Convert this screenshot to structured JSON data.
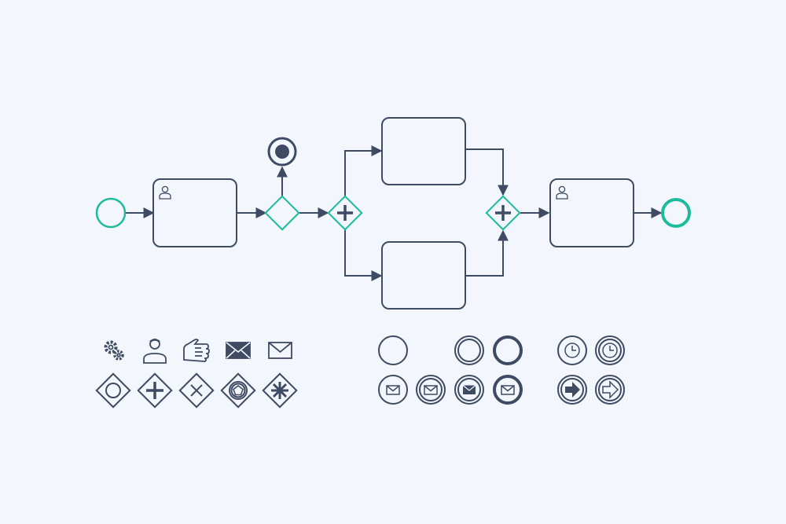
{
  "colors": {
    "background": "#f3f6fd",
    "stroke": "#3f4a63",
    "accent": "#1dbb9b"
  },
  "diagram": {
    "type": "bpmn-process",
    "nodes": [
      {
        "id": "start",
        "kind": "start-event"
      },
      {
        "id": "task-1",
        "kind": "user-task"
      },
      {
        "id": "gateway-exclusive",
        "kind": "exclusive-gateway"
      },
      {
        "id": "end-terminate",
        "kind": "terminate-end-event"
      },
      {
        "id": "gateway-split",
        "kind": "parallel-gateway"
      },
      {
        "id": "task-top",
        "kind": "task"
      },
      {
        "id": "task-bottom",
        "kind": "task"
      },
      {
        "id": "gateway-join",
        "kind": "parallel-gateway"
      },
      {
        "id": "task-2",
        "kind": "user-task"
      },
      {
        "id": "end",
        "kind": "end-event"
      }
    ],
    "flows": [
      [
        "start",
        "task-1"
      ],
      [
        "task-1",
        "gateway-exclusive"
      ],
      [
        "gateway-exclusive",
        "end-terminate"
      ],
      [
        "gateway-exclusive",
        "gateway-split"
      ],
      [
        "gateway-split",
        "task-top"
      ],
      [
        "gateway-split",
        "task-bottom"
      ],
      [
        "task-top",
        "gateway-join"
      ],
      [
        "task-bottom",
        "gateway-join"
      ],
      [
        "gateway-join",
        "task-2"
      ],
      [
        "task-2",
        "end"
      ]
    ]
  },
  "legend": {
    "task_icons": [
      "gear-icon",
      "user-icon",
      "hand-icon",
      "envelope-filled-icon",
      "envelope-outline-icon"
    ],
    "gateways": [
      "event-based-gateway",
      "parallel-gateway",
      "exclusive-gateway",
      "complex-event-gateway",
      "complex-gateway"
    ],
    "events_row1": [
      "start-event",
      "intermediate-event",
      "end-event"
    ],
    "events_row2": [
      "message-start-event",
      "message-catch-event",
      "message-throw-event",
      "message-end-event"
    ],
    "timer_events": [
      "timer-start-event",
      "timer-intermediate-event"
    ],
    "link_events": [
      "link-throw-event",
      "link-catch-event"
    ]
  }
}
